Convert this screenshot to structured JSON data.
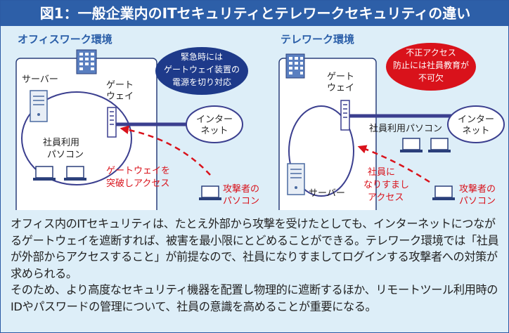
{
  "title": "図1：一般企業内のITセキュリティとテレワークセキュリティの違い",
  "office": {
    "heading": "オフィスワーク環境",
    "server_label": "サーバー",
    "gateway_label": [
      "ゲート",
      "ウェイ"
    ],
    "pc_label": [
      "社員利用",
      "パソコン"
    ],
    "internet_label": [
      "インター",
      "ネット"
    ],
    "callout": [
      "緊急時には",
      "ゲートウェイ装置の",
      "電源を切り対応"
    ],
    "attack_label": [
      "ゲートウェイを",
      "突破しアクセス"
    ],
    "attacker_label": [
      "攻撃者の",
      "パソコン"
    ]
  },
  "telework": {
    "heading": "テレワーク環境",
    "gateway_label": [
      "ゲート",
      "ウェイ"
    ],
    "server_label": "サーバー",
    "internet_label": [
      "インター",
      "ネット"
    ],
    "pc_label": "社員利用パソコン",
    "callout": [
      "不正アクセス",
      "防止には社員教育が",
      "不可欠"
    ],
    "attack_label": [
      "社員に",
      "なりすまし",
      "アクセス"
    ],
    "attacker_label": [
      "攻撃者の",
      "パソコン"
    ]
  },
  "body_text": "オフィス内のITセキュリティは、たとえ外部から攻撃を受けたとしても、インターネットにつながるゲートウェイを遮断すれば、被害を最小限にとどめることができる。テレワーク環境では「社員が外部からアクセスすること」が前提なので、社員になりすましてログインする攻撃者への対策が求められる。\nそのため、より高度なセキュリティ機器を配置し物理的に遮断するほか、リモートツール利用時のIDやパスワードの管理について、社員の意識を高めることが重要になる。",
  "colors": {
    "title_bar": "#2d5fa8",
    "background": "#ddeef8",
    "heading_text": "#2a5ea8",
    "navy_callout": "#1e3a8a",
    "red_callout": "#d9121b",
    "attack_red": "#d9121b",
    "link_line": "#3b3f8f"
  }
}
